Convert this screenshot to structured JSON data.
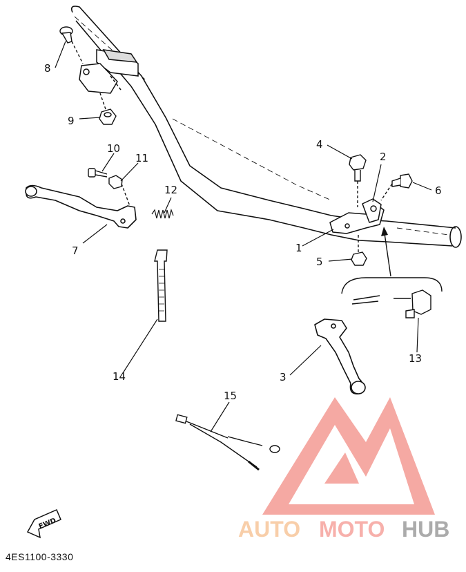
{
  "callouts": [
    "1",
    "2",
    "3",
    "4",
    "5",
    "6",
    "7",
    "8",
    "9",
    "10",
    "11",
    "12",
    "13",
    "14",
    "15"
  ],
  "part_code": "4ES1100-3330",
  "fwd_label": "FWD",
  "watermark": {
    "auto": "AUTO",
    "moto": "MOTO",
    "hub": "HUB"
  },
  "colors": {
    "line": "#111111",
    "watermark_red": "#f4a09a",
    "watermark_orange": "#f8c9a0",
    "watermark_gray": "#a3a3a3"
  }
}
